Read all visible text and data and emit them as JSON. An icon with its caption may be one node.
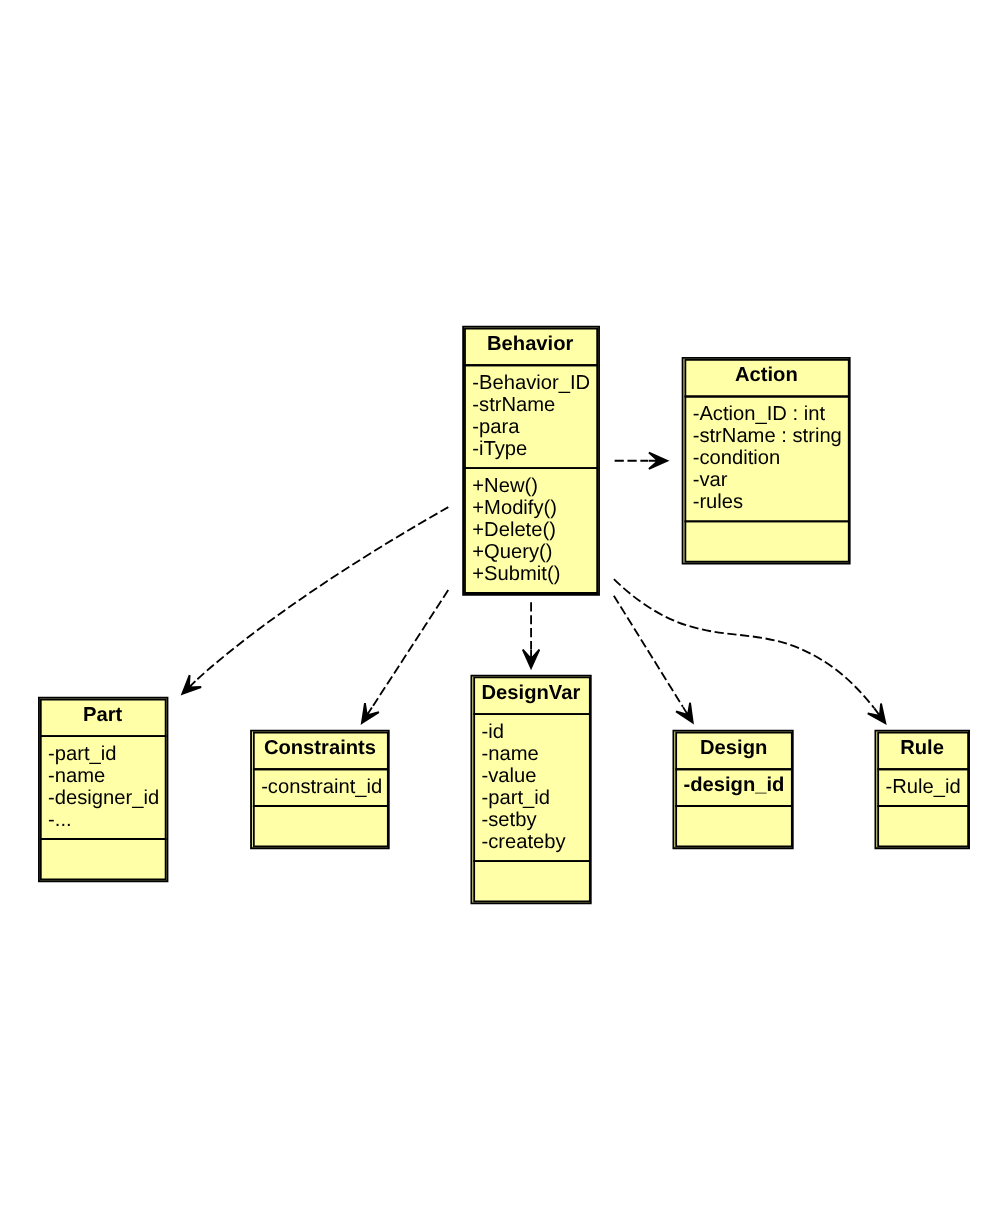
{
  "diagram": {
    "nodes": [
      {
        "text": [
          "Action",
          "-Action_ID : int",
          "-strName : string",
          "-condition",
          "-var",
          "-rules"
        ]
      },
      {
        "text": [
          "Behavior",
          "-Behavior_ID",
          "-strName",
          "-para",
          "-iType",
          "+New()",
          "+Modify()",
          "+Delete()",
          "+Query()",
          "+Submit()"
        ]
      },
      {
        "text": [
          "Part",
          "-part_id",
          "-name",
          "-designer_id",
          "-..."
        ]
      },
      {
        "text": [
          "Constraints",
          "-constraint_id"
        ]
      },
      {
        "text": [
          "DesignVar",
          "-id",
          "-name",
          "-value",
          "-part_id",
          "-setby",
          "-createby"
        ]
      },
      {
        "text": [
          "Design",
          "-design_id"
        ]
      },
      {
        "text": [
          "Rule",
          "-Rule_id"
        ]
      }
    ],
    "edges": [
      {
        "from": 1,
        "to": 0,
        "arrow": "to",
        "style": "dashed"
      },
      {
        "from": 1,
        "to": 2,
        "arrow": "to",
        "style": "dashed"
      },
      {
        "from": 1,
        "to": 3,
        "arrow": "to",
        "style": "dashed"
      },
      {
        "from": 1,
        "to": 4,
        "arrow": "to",
        "style": "dashed"
      },
      {
        "from": 1,
        "to": 5,
        "arrow": "to",
        "style": "dashed"
      },
      {
        "from": 1,
        "to": 6,
        "arrow": "to",
        "style": "dashed"
      }
    ]
  }
}
